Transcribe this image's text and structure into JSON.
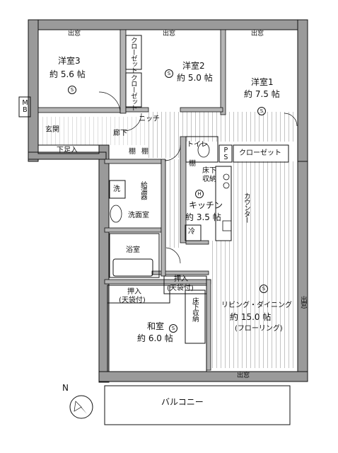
{
  "plan": {
    "rooms": {
      "western3": {
        "name": "洋室3",
        "size": "約 5.6 帖",
        "mark": "S"
      },
      "western2": {
        "name": "洋室2",
        "size": "約 5.0 帖",
        "mark": "S"
      },
      "western1": {
        "name": "洋室1",
        "size": "約 7.5 帖",
        "mark": "S"
      },
      "kitchen": {
        "name": "キッチン",
        "size": "約 3.5 帖",
        "mark": "H"
      },
      "living": {
        "name": "リビング・ダイニング",
        "size": "約 15.0 帖",
        "floor": "(フローリング)",
        "mark": "S"
      },
      "japanese": {
        "name": "和室",
        "size": "約 6.0 帖",
        "mark": "S"
      }
    },
    "labels": {
      "bay_window": "出窓",
      "closet": "クローゼット",
      "closet_vertical": "クローゼット",
      "mb": "MB",
      "entrance": "玄関",
      "shoe_box": "下足入",
      "hallway": "廊下",
      "niche": "ニッチ",
      "toilet": "トイレ",
      "ps": "PS",
      "shelf": "棚",
      "underfloor": "床下収納",
      "wash": "洗",
      "water_heater": "給湯器",
      "washroom": "洗面室",
      "fridge": "冷",
      "counter": "カウンター",
      "bath": "浴室",
      "oshiire1": "押入",
      "oshiire1_sub": "(天袋付)",
      "oshiire2": "押入",
      "oshiire2_sub": "(天袋付)",
      "underfloor_vertical": "床下収納",
      "balcony": "バルコニー",
      "north": "N"
    }
  }
}
